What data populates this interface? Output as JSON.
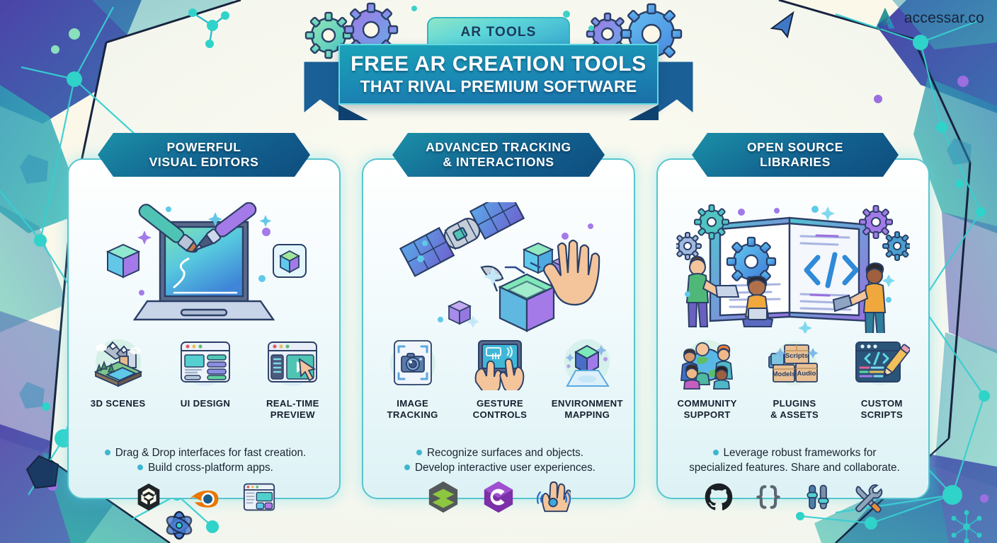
{
  "brand": {
    "logo_icon": "accessar-a-mark-icon",
    "name": "accessar.co"
  },
  "header": {
    "tab_label": "AR TOOLS",
    "title_line1": "FREE AR CREATION TOOLS",
    "title_line2": "THAT RIVAL PREMIUM SOFTWARE"
  },
  "colors": {
    "background": "#f7f4e4",
    "band_dark": "#0e4d7e",
    "band_teal": "#1b91a8",
    "card_border": "#56c5ce",
    "glow_cyan": "#50e6f0",
    "bullet_dot": "#3bb7cf",
    "ribbon_blue": "#1a6fa8",
    "text_dark": "#172030",
    "accent_purple": "#9b6fe0",
    "accent_green": "#7ed39a"
  },
  "columns": [
    {
      "id": "powerful-visual-editors",
      "heading_line1": "POWERFUL",
      "heading_line2": "VISUAL EDITORS",
      "hero_icon": "laptop-with-paintbrush-and-pen-icon",
      "features": [
        {
          "icon": "3d-terrain-scene-icon",
          "label_line1": "3D SCENES",
          "label_line2": ""
        },
        {
          "icon": "ui-layout-window-icon",
          "label_line1": "UI DESIGN",
          "label_line2": ""
        },
        {
          "icon": "preview-play-cursor-icon",
          "label_line1": "REAL-TIME",
          "label_line2": "PREVIEW"
        }
      ],
      "bullets": [
        "Drag & Drop interfaces for fast creation.",
        "Build cross-platform apps."
      ],
      "brands": [
        "unity-logo-icon",
        "blender-logo-icon",
        "editor-window-icon"
      ]
    },
    {
      "id": "advanced-tracking-interactions",
      "heading_line1": "ADVANCED TRACKING",
      "heading_line2": "& INTERACTIONS",
      "hero_icon": "satellite-hand-and-cubes-icon",
      "features": [
        {
          "icon": "camera-scan-frame-icon",
          "label_line1": "IMAGE",
          "label_line2": "TRACKING"
        },
        {
          "icon": "tablet-touch-hands-icon",
          "label_line1": "GESTURE",
          "label_line2": "CONTROLS"
        },
        {
          "icon": "cube-on-plane-map-icon",
          "label_line1": "ENVIRONMENT",
          "label_line2": "MAPPING"
        }
      ],
      "bullets": [
        "Recognize surfaces and objects.",
        "Develop interactive user experiences."
      ],
      "brands": [
        "vuforia-hexagon-logo-icon",
        "wikitude-c-logo-icon",
        "hand-tracking-icon"
      ]
    },
    {
      "id": "open-source-libraries",
      "heading_line1": "OPEN SOURCE",
      "heading_line2": "LIBRARIES",
      "hero_icon": "open-book-with-gears-and-developers-icon",
      "features": [
        {
          "icon": "community-globe-people-icon",
          "label_line1": "COMMUNITY",
          "label_line2": "SUPPORT"
        },
        {
          "icon": "asset-boxes-icon",
          "label_line1": "PLUGINS",
          "label_line2": "& ASSETS"
        },
        {
          "icon": "code-window-pencil-icon",
          "label_line1": "CUSTOM",
          "label_line2": "SCRIPTS"
        }
      ],
      "bullets": [
        "Leverage robust frameworks for",
        "specialized features. Share and collaborate."
      ],
      "brands": [
        "github-logo-icon",
        "curly-braces-icon",
        "sliders-icon",
        "tools-wrench-screwdriver-icon"
      ],
      "asset_box_labels": [
        "Scripts",
        "Models",
        "Audio"
      ]
    }
  ],
  "decor": {
    "atom_icon": "atom-icon",
    "molecule_icon": "molecule-icon",
    "network_nodes_icon": "network-nodes-icon"
  }
}
